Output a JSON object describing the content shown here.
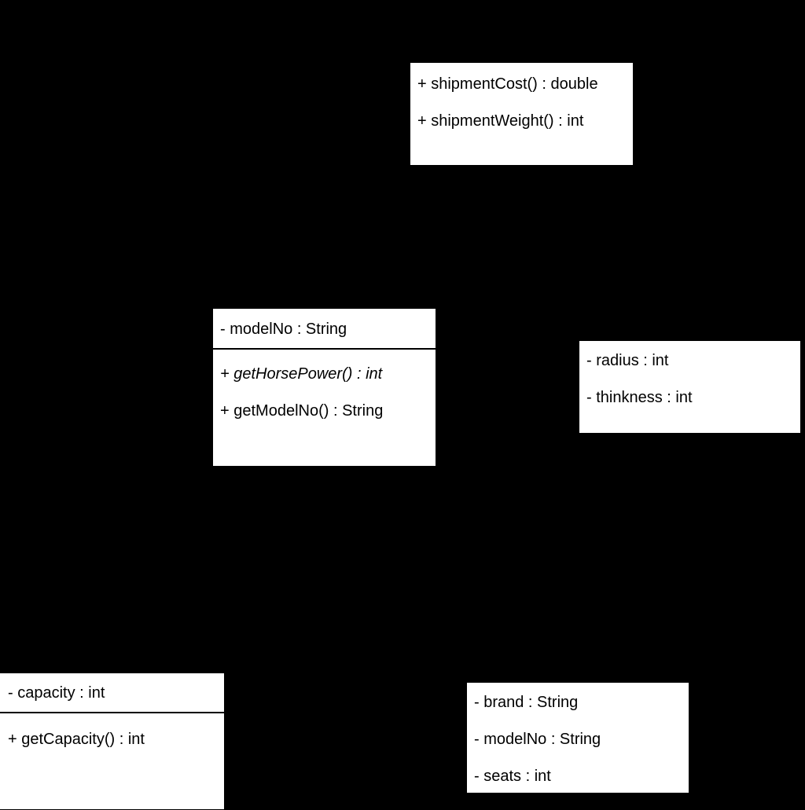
{
  "diagram": {
    "type": "uml-class-diagram",
    "background_color": "#000000",
    "box_fill_color": "#ffffff",
    "text_color": "#000000",
    "classes": [
      {
        "id": "shipment",
        "name_visible": false,
        "attributes": [],
        "operations": [
          {
            "text": "+ shipmentCost() : double",
            "visibility": "+",
            "abstract": false
          },
          {
            "text": "+ shipmentWeight() : int",
            "visibility": "+",
            "abstract": false
          }
        ]
      },
      {
        "id": "vehicle-model",
        "name_visible": false,
        "attributes": [
          {
            "text": "- modelNo : String",
            "visibility": "-",
            "abstract": false
          }
        ],
        "operations": [
          {
            "text": "+ getHorsePower() : int",
            "visibility": "+",
            "abstract": true
          },
          {
            "text": "+ getModelNo() : String",
            "visibility": "+",
            "abstract": false
          }
        ]
      },
      {
        "id": "wheel",
        "name_visible": false,
        "attributes": [
          {
            "text": "- radius : int",
            "visibility": "-",
            "abstract": false
          },
          {
            "text": "- thinkness : int",
            "visibility": "-",
            "abstract": false
          }
        ],
        "operations": []
      },
      {
        "id": "capacity",
        "name_visible": false,
        "attributes": [
          {
            "text": "- capacity : int",
            "visibility": "-",
            "abstract": false
          }
        ],
        "operations": [
          {
            "text": "+ getCapacity() : int",
            "visibility": "+",
            "abstract": false
          }
        ]
      },
      {
        "id": "car",
        "name_visible": false,
        "attributes": [
          {
            "text": "- brand : String",
            "visibility": "-",
            "abstract": false
          },
          {
            "text": "- modelNo : String",
            "visibility": "-",
            "abstract": false
          },
          {
            "text": "- seats : int",
            "visibility": "-",
            "abstract": false
          }
        ],
        "operations": []
      }
    ]
  }
}
